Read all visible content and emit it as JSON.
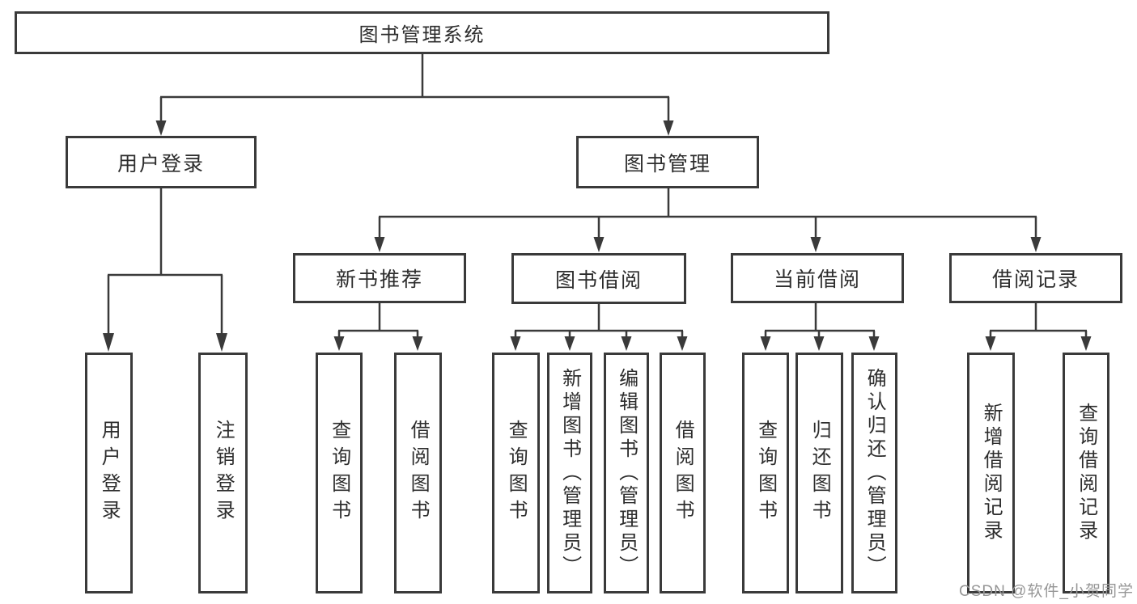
{
  "diagram": {
    "root": {
      "label": "图书管理系统"
    },
    "level2": [
      {
        "label": "用户登录"
      },
      {
        "label": "图书管理"
      }
    ],
    "level3": [
      {
        "label": "新书推荐"
      },
      {
        "label": "图书借阅"
      },
      {
        "label": "当前借阅"
      },
      {
        "label": "借阅记录"
      }
    ],
    "leaf_groups": [
      {
        "parent": "用户登录",
        "items": [
          "用户登录",
          "注销登录"
        ]
      },
      {
        "parent": "新书推荐",
        "items": [
          "查询图书",
          "借阅图书"
        ]
      },
      {
        "parent": "图书借阅",
        "items": [
          "查询图书",
          "新增图书（管理员）",
          "编辑图书（管理员）",
          "借阅图书"
        ]
      },
      {
        "parent": "当前借阅",
        "items": [
          "查询图书",
          "归还图书",
          "确认归还（管理员）"
        ]
      },
      {
        "parent": "借阅记录",
        "items": [
          "新增借阅记录",
          "查询借阅记录"
        ]
      }
    ]
  },
  "watermark": "CSDN @软件_小贺同学",
  "colors": {
    "line": "#3a3a3a",
    "text": "#2d2d2d",
    "box_background": "#ffffff",
    "watermark": "#969696",
    "page_background": "#ffffff"
  }
}
